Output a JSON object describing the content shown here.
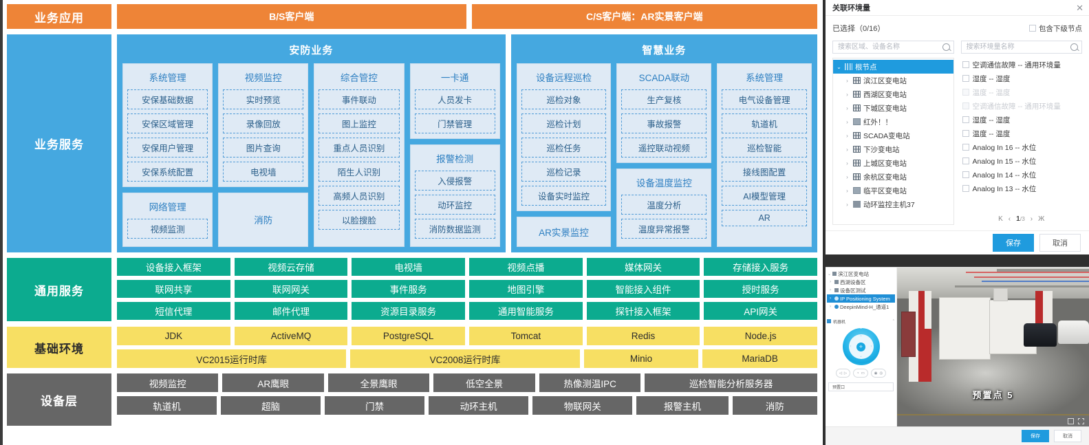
{
  "architecture": {
    "layers": [
      {
        "label": "业务应用",
        "color": "#ee8437"
      },
      {
        "label": "业务服务",
        "color": "#45a8e0"
      },
      {
        "label": "通用服务",
        "color": "#0cab8f"
      },
      {
        "label": "基础环境",
        "color": "#f7df63"
      },
      {
        "label": "设备层",
        "color": "#666666"
      }
    ],
    "application": {
      "bs_client": "B/S客户端",
      "cs_client": "C/S客户端：AR实景客户端"
    },
    "business": {
      "anfang": {
        "title": "安防业务",
        "columns": [
          {
            "cards": [
              {
                "title": "系统管理",
                "items": [
                  "安保基础数据",
                  "安保区域管理",
                  "安保用户管理",
                  "安保系统配置"
                ]
              },
              {
                "title": "网络管理",
                "items": [
                  "视频监测"
                ]
              }
            ]
          },
          {
            "cards": [
              {
                "title": "视频监控",
                "items": [
                  "实时预览",
                  "录像回放",
                  "图片查询",
                  "电视墙"
                ]
              },
              {
                "title": "消防",
                "items": []
              }
            ]
          },
          {
            "cards": [
              {
                "title": "综合管控",
                "items": [
                  "事件联动",
                  "图上监控",
                  "重点人员识别",
                  "陌生人识别",
                  "高频人员识别",
                  "以脸搜脸"
                ]
              }
            ]
          },
          {
            "cards": [
              {
                "title": "一卡通",
                "items": [
                  "人员发卡",
                  "门禁管理"
                ]
              },
              {
                "title": "报警检测",
                "items": [
                  "入侵报警",
                  "动环监控",
                  "消防数据监测"
                ]
              }
            ]
          }
        ]
      },
      "zhihui": {
        "title": "智慧业务",
        "columns": [
          {
            "cards": [
              {
                "title": "设备远程巡检",
                "items": [
                  "巡检对象",
                  "巡检计划",
                  "巡检任务",
                  "巡检记录",
                  "设备实时监控"
                ]
              },
              {
                "title": "AR实景监控",
                "items": []
              }
            ]
          },
          {
            "cards": [
              {
                "title": "SCADA联动",
                "items": [
                  "生产复核",
                  "事故报警",
                  "遥控联动视频"
                ]
              },
              {
                "title": "设备温度监控",
                "items": [
                  "温度分析",
                  "温度异常报警"
                ]
              }
            ]
          },
          {
            "cards": [
              {
                "title": "系统管理",
                "items": [
                  "电气设备管理",
                  "轨道机",
                  "巡检智能",
                  "接线图配置",
                  "AI模型管理",
                  "AR"
                ]
              }
            ]
          }
        ]
      }
    },
    "common_services": [
      "设备接入框架",
      "视频云存储",
      "电视墙",
      "视频点播",
      "媒体网关",
      "存储接入服务",
      "联网共享",
      "联网网关",
      "事件服务",
      "地图引擎",
      "智能接入组件",
      "授时服务",
      "短信代理",
      "邮件代理",
      "资源目录服务",
      "通用智能服务",
      "探针接入框架",
      "API网关"
    ],
    "base_environment": {
      "row1": [
        "JDK",
        "ActiveMQ",
        "PostgreSQL",
        "Tomcat",
        "Redis",
        "Node.js"
      ],
      "row2": [
        {
          "label": "VC2015运行时库",
          "span": 2
        },
        {
          "label": "VC2008运行时库",
          "span": 2
        },
        {
          "label": "Minio",
          "span": 1
        },
        {
          "label": "MariaDB",
          "span": 1
        }
      ]
    },
    "device_layer": {
      "row1": [
        {
          "label": "视频监控",
          "span": 1
        },
        {
          "label": "AR鹰眼",
          "span": 1
        },
        {
          "label": "全景鹰眼",
          "span": 1
        },
        {
          "label": "低空全景",
          "span": 1
        },
        {
          "label": "热像测温IPC",
          "span": 1
        },
        {
          "label": "巡检智能分析服务器",
          "span": 1.7
        }
      ],
      "row2": [
        {
          "label": "轨道机",
          "span": 1
        },
        {
          "label": "超脑",
          "span": 1
        },
        {
          "label": "门禁",
          "span": 1
        },
        {
          "label": "动环主机",
          "span": 1
        },
        {
          "label": "物联网关",
          "span": 1
        },
        {
          "label": "报警主机",
          "span": 1
        },
        {
          "label": "消防",
          "span": 0.85
        }
      ]
    }
  },
  "dialog": {
    "title": "关联环境量",
    "close_icon": "close-icon",
    "selected_label": "已选择（0/16）",
    "include_children_label": "包含下级节点",
    "include_children_checked": false,
    "left_search_placeholder": "搜索区域、设备名称",
    "right_search_placeholder": "搜索环境量名称",
    "tree": [
      {
        "label": "根节点",
        "icon": "grid-icon",
        "selected": true,
        "expanded": true,
        "indent": 0
      },
      {
        "label": "滨江区变电站",
        "icon": "grid-icon",
        "selected": false,
        "expanded": false,
        "indent": 1
      },
      {
        "label": "西湖区变电站",
        "icon": "grid-icon",
        "selected": false,
        "expanded": false,
        "indent": 1
      },
      {
        "label": "下城区变电站",
        "icon": "grid-icon",
        "selected": false,
        "expanded": false,
        "indent": 1
      },
      {
        "label": "红外！！",
        "icon": "box-icon",
        "selected": false,
        "expanded": false,
        "indent": 1
      },
      {
        "label": "SCADA变电站",
        "icon": "grid-icon",
        "selected": false,
        "expanded": false,
        "indent": 1
      },
      {
        "label": "下沙变电站",
        "icon": "grid-icon",
        "selected": false,
        "expanded": false,
        "indent": 1
      },
      {
        "label": "上城区变电站",
        "icon": "grid-icon",
        "selected": false,
        "expanded": false,
        "indent": 1
      },
      {
        "label": "余杭区变电站",
        "icon": "grid-icon",
        "selected": false,
        "expanded": false,
        "indent": 1
      },
      {
        "label": "临平区变电站",
        "icon": "box-icon",
        "selected": false,
        "expanded": false,
        "indent": 1
      },
      {
        "label": "动环监控主机37",
        "icon": "host-icon",
        "selected": false,
        "expanded": false,
        "indent": 1
      }
    ],
    "options": [
      {
        "label": "空调通信故障 -- 通用环境量",
        "checked": false,
        "disabled": false
      },
      {
        "label": "湿度 -- 湿度",
        "checked": false,
        "disabled": false
      },
      {
        "label": "温度 -- 温度",
        "checked": false,
        "disabled": true
      },
      {
        "label": "空调通信故障 -- 通用环境量",
        "checked": false,
        "disabled": true
      },
      {
        "label": "湿度 -- 湿度",
        "checked": false,
        "disabled": false
      },
      {
        "label": "温度 -- 温度",
        "checked": false,
        "disabled": false
      },
      {
        "label": "Analog In 16 -- 水位",
        "checked": false,
        "disabled": false
      },
      {
        "label": "Analog In 15 -- 水位",
        "checked": false,
        "disabled": false
      },
      {
        "label": "Analog In 14 -- 水位",
        "checked": false,
        "disabled": false
      },
      {
        "label": "Analog In 13 -- 水位",
        "checked": false,
        "disabled": false
      }
    ],
    "pager": {
      "first": "K",
      "prev": "‹",
      "current": "1",
      "separator": "/",
      "total": "3",
      "next": "›",
      "last": "Ж"
    },
    "save_label": "保存",
    "cancel_label": "取消"
  },
  "video_panel": {
    "tree": [
      {
        "label": "滨江区变电站",
        "indent": 0,
        "selected": false,
        "icon": "folder-icon"
      },
      {
        "label": "西湖设备区",
        "indent": 1,
        "selected": false,
        "icon": "folder-icon"
      },
      {
        "label": "设备区测试",
        "indent": 1,
        "selected": false,
        "icon": "folder-icon"
      },
      {
        "label": "IP Positioning System",
        "indent": 1,
        "selected": true,
        "icon": "camera-icon"
      },
      {
        "label": "DeepinMind-H_通道1",
        "indent": 1,
        "selected": false,
        "icon": "camera-icon"
      }
    ],
    "ptz_title": "机器机",
    "ptz_center_icon": "ptz-home-icon",
    "preset_input_value": "预置口",
    "preset_overlay": "预置点 5",
    "tools": [
      "capture-icon",
      "fullscreen-icon"
    ],
    "save_label": "保存",
    "cancel_label": "取消"
  }
}
